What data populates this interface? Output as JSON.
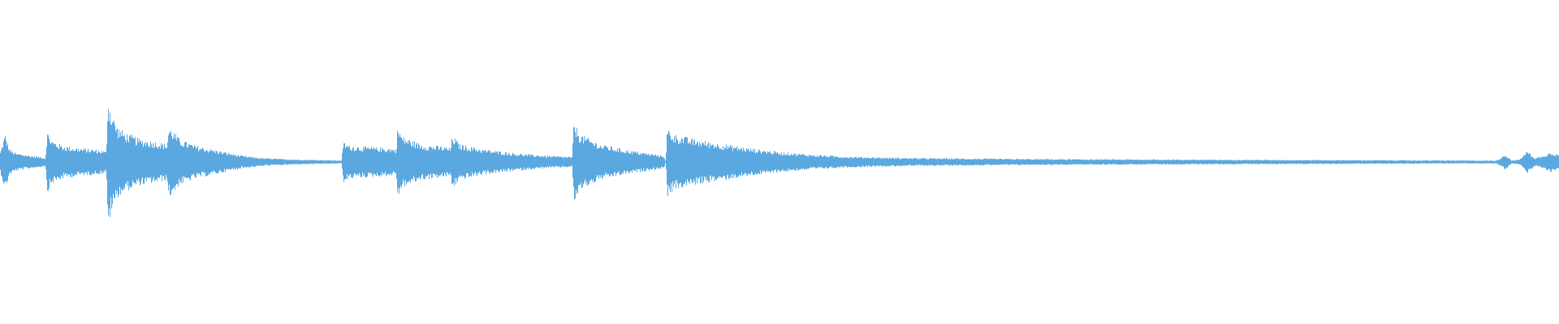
{
  "waveform": {
    "color": "#5ba8e0",
    "background": "#ffffff",
    "envelope": [
      [
        0.0,
        0.08
      ],
      [
        0.003,
        0.22
      ],
      [
        0.006,
        0.1
      ],
      [
        0.01,
        0.07
      ],
      [
        0.015,
        0.06
      ],
      [
        0.02,
        0.05
      ],
      [
        0.026,
        0.04
      ],
      [
        0.029,
        0.03
      ],
      [
        0.03,
        0.24
      ],
      [
        0.033,
        0.17
      ],
      [
        0.04,
        0.13
      ],
      [
        0.05,
        0.11
      ],
      [
        0.06,
        0.1
      ],
      [
        0.066,
        0.09
      ],
      [
        0.068,
        0.08
      ],
      [
        0.069,
        0.52
      ],
      [
        0.071,
        0.4
      ],
      [
        0.075,
        0.28
      ],
      [
        0.08,
        0.23
      ],
      [
        0.09,
        0.18
      ],
      [
        0.1,
        0.16
      ],
      [
        0.107,
        0.14
      ],
      [
        0.108,
        0.27
      ],
      [
        0.11,
        0.26
      ],
      [
        0.115,
        0.18
      ],
      [
        0.125,
        0.13
      ],
      [
        0.14,
        0.09
      ],
      [
        0.155,
        0.05
      ],
      [
        0.17,
        0.03
      ],
      [
        0.19,
        0.02
      ],
      [
        0.21,
        0.015
      ],
      [
        0.219,
        0.012
      ],
      [
        0.22,
        0.16
      ],
      [
        0.224,
        0.13
      ],
      [
        0.235,
        0.12
      ],
      [
        0.25,
        0.11
      ],
      [
        0.254,
        0.1
      ],
      [
        0.255,
        0.28
      ],
      [
        0.258,
        0.2
      ],
      [
        0.27,
        0.14
      ],
      [
        0.285,
        0.12
      ],
      [
        0.289,
        0.11
      ],
      [
        0.29,
        0.21
      ],
      [
        0.295,
        0.14
      ],
      [
        0.31,
        0.1
      ],
      [
        0.33,
        0.07
      ],
      [
        0.35,
        0.05
      ],
      [
        0.367,
        0.04
      ],
      [
        0.368,
        0.32
      ],
      [
        0.372,
        0.22
      ],
      [
        0.385,
        0.14
      ],
      [
        0.4,
        0.1
      ],
      [
        0.415,
        0.07
      ],
      [
        0.426,
        0.05
      ],
      [
        0.427,
        0.0
      ],
      [
        0.428,
        0.27
      ],
      [
        0.432,
        0.22
      ],
      [
        0.445,
        0.18
      ],
      [
        0.46,
        0.15
      ],
      [
        0.48,
        0.11
      ],
      [
        0.5,
        0.08
      ],
      [
        0.52,
        0.06
      ],
      [
        0.54,
        0.045
      ],
      [
        0.57,
        0.035
      ],
      [
        0.6,
        0.03
      ],
      [
        0.65,
        0.025
      ],
      [
        0.7,
        0.022
      ],
      [
        0.75,
        0.02
      ],
      [
        0.8,
        0.018
      ],
      [
        0.85,
        0.016
      ],
      [
        0.9,
        0.014
      ],
      [
        0.95,
        0.012
      ],
      [
        0.96,
        0.012
      ],
      [
        0.966,
        0.06
      ],
      [
        0.97,
        0.012
      ],
      [
        0.975,
        0.02
      ],
      [
        0.98,
        0.09
      ],
      [
        0.985,
        0.03
      ],
      [
        0.99,
        0.05
      ],
      [
        0.995,
        0.08
      ],
      [
        1.0,
        0.06
      ]
    ]
  }
}
